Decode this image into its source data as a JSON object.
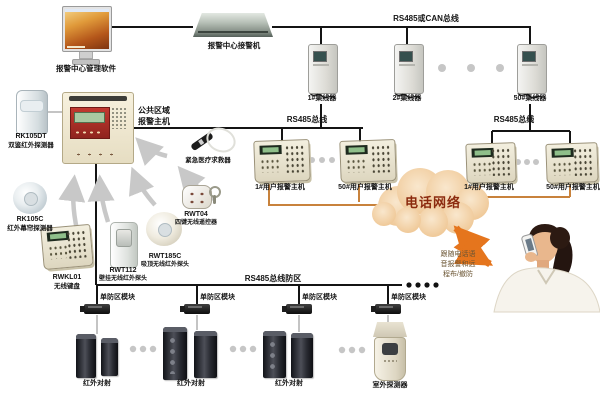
{
  "top": {
    "monitor_label": "报警中心管理软件",
    "receiver_label": "报警中心接警机",
    "bus_label": "RS485或CAN总线",
    "hub_labels": [
      "1#集线器",
      "2#集线器",
      "50#集线器"
    ]
  },
  "branch_left": {
    "bus_label": "RS485总线",
    "keypad_labels": [
      "1#用户报警主机",
      "50#用户报警主机"
    ]
  },
  "branch_right": {
    "bus_label": "RS485总线",
    "keypad_labels": [
      "1#用户报警主机",
      "50#用户报警主机"
    ]
  },
  "panel": {
    "label_lines": [
      "公共区域",
      "报警主机"
    ]
  },
  "devices": {
    "rk105dt": {
      "model": "RK105DT",
      "name": "双鉴红外探测器"
    },
    "rk105c": {
      "model": "RK105C",
      "name": "红外幕帘探测器"
    },
    "rwkl01": {
      "model": "RWKL01",
      "name": "无线键盘"
    },
    "rwt112": {
      "model": "RWT112",
      "name": "壁挂无线红外探头"
    },
    "rwt185c": {
      "model": "RWT185C",
      "name": "吸顶无线红外探头"
    },
    "rwt04": {
      "model": "RWT04",
      "name": "四键无线遥控器"
    },
    "emergency": {
      "name": "紧急医疗求救器"
    }
  },
  "phone": {
    "cloud_label": "电话网络",
    "note_lines": [
      "跟随电话语",
      "音报警和远",
      "程布/撤防"
    ]
  },
  "bottom": {
    "bus_label": "RS485总线防区",
    "module_label": "单防区模块",
    "beam_label": "红外对射",
    "outdoor_label": "室外探测器"
  },
  "colors": {
    "line": "#141414",
    "phone_line": "#c8823c",
    "cloud_fill": "#f3d2a2",
    "cloud_text": "#8b2a0e",
    "arrow_orange": "#e5751d"
  }
}
